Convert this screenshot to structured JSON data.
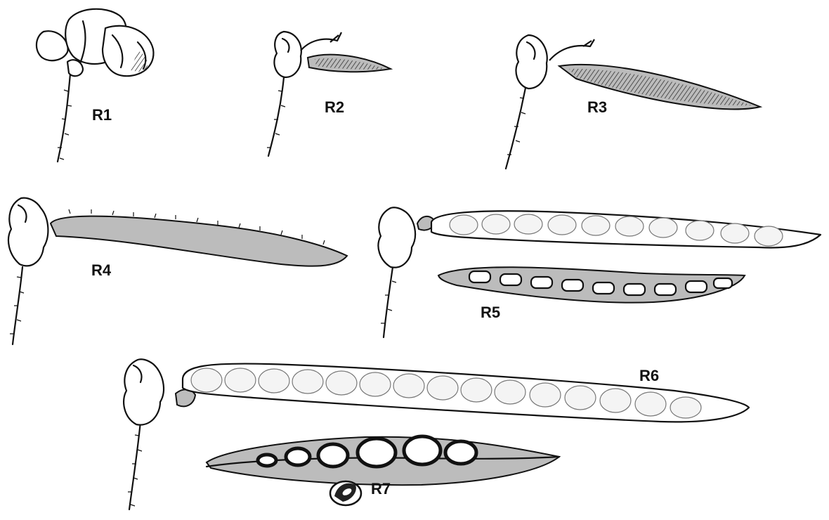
{
  "figure": {
    "stages": [
      {
        "id": "R1",
        "label": "R1"
      },
      {
        "id": "R2",
        "label": "R2"
      },
      {
        "id": "R3",
        "label": "R3"
      },
      {
        "id": "R4",
        "label": "R4"
      },
      {
        "id": "R5",
        "label": "R5"
      },
      {
        "id": "R6",
        "label": "R6"
      },
      {
        "id": "R7",
        "label": "R7"
      }
    ]
  }
}
